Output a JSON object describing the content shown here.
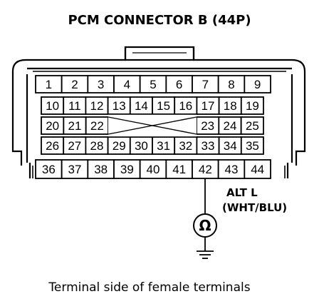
{
  "title": "PCM CONNECTOR B (44P)",
  "pins": {
    "row1": [
      "1",
      "2",
      "3",
      "4",
      "5",
      "6",
      "7",
      "8",
      "9"
    ],
    "row2": [
      "10",
      "11",
      "12",
      "13",
      "14",
      "15",
      "16",
      "17",
      "18",
      "19"
    ],
    "row3_left": [
      "20",
      "21",
      "22"
    ],
    "row3_right": [
      "23",
      "24",
      "25"
    ],
    "row4": [
      "26",
      "27",
      "28",
      "29",
      "30",
      "31",
      "32",
      "33",
      "34",
      "35"
    ],
    "row5": [
      "36",
      "37",
      "38",
      "39",
      "40",
      "41",
      "42",
      "43",
      "44"
    ]
  },
  "callout": {
    "line1": "ALT L",
    "line2": "(WHT/BLU)",
    "meter_symbol": "Ω"
  },
  "caption": "Terminal side of female terminals"
}
